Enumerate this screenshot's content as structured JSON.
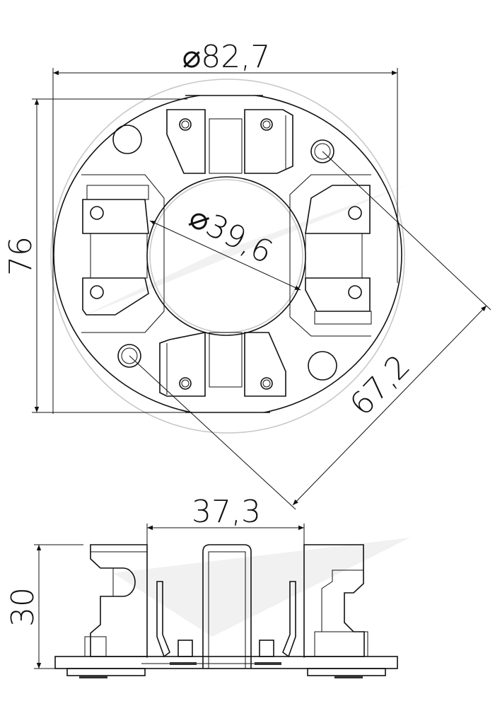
{
  "drawing": {
    "top_view": {
      "outer_diameter_label": "⌀82,7",
      "height_label": "76",
      "inner_diameter_label": "⌀39,6",
      "hole_spacing_label": "67,2"
    },
    "side_view": {
      "width_label": "37,3",
      "height_label": "30"
    },
    "colors": {
      "line": "#111111",
      "reference_circle": "#c8c8c8"
    }
  }
}
